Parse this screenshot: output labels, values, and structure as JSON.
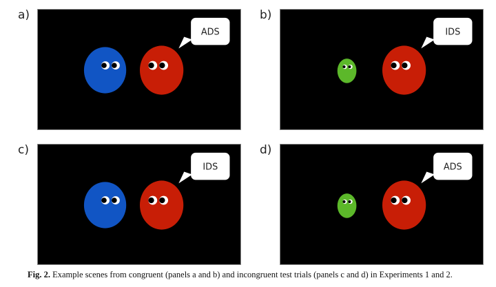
{
  "colors": {
    "blue": "#1155c4",
    "red": "#c81e06",
    "green": "#5cb82a",
    "background": "#000000"
  },
  "panels": [
    {
      "label": "a)",
      "speech": "ADS",
      "left_character": "blue"
    },
    {
      "label": "b)",
      "speech": "IDS",
      "left_character": "green"
    },
    {
      "label": "c)",
      "speech": "IDS",
      "left_character": "blue"
    },
    {
      "label": "d)",
      "speech": "ADS",
      "left_character": "green"
    }
  ],
  "caption": {
    "prefix": "Fig. 2.",
    "text": " Example scenes from congruent (panels a and b) and incongruent test trials (panels c and d) in Experiments 1 and 2."
  }
}
